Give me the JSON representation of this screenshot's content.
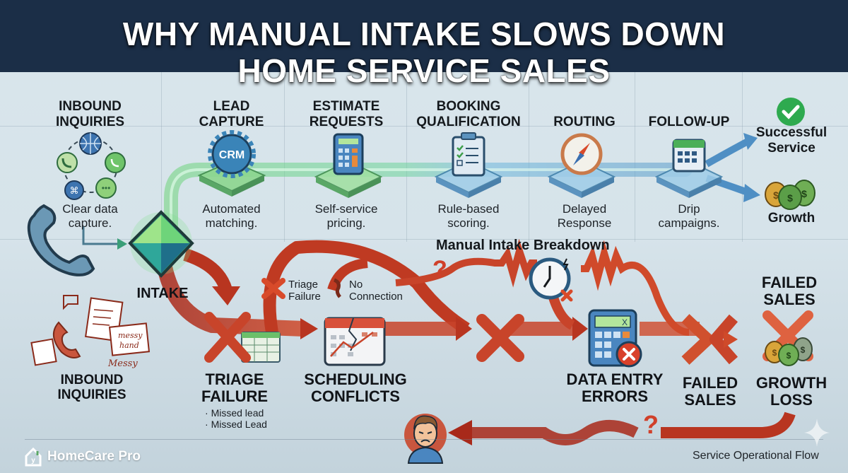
{
  "title": {
    "line1": "WHY MANUAL INTAKE SLOWS DOWN",
    "line2": "HOME SERVICE SALES"
  },
  "automated_flow": {
    "inbound": {
      "title_line1": "INBOUND",
      "title_line2": "INQUIRIES",
      "desc_line1": "Clear data",
      "desc_line2": "capture.",
      "icons": [
        "phone-icon",
        "globe-icon",
        "whatsapp-icon",
        "chat-icon",
        "app-icon"
      ]
    },
    "stages": [
      {
        "title_line1": "LEAD",
        "title_line2": "CAPTURE",
        "icon": "crm-gear-icon",
        "icon_text": "CRM",
        "desc_line1": "Automated",
        "desc_line2": "matching."
      },
      {
        "title_line1": "ESTIMATE",
        "title_line2": "REQUESTS",
        "icon": "calculator-icon",
        "desc_line1": "Self-service",
        "desc_line2": "pricing."
      },
      {
        "title_line1": "BOOKING",
        "title_line2": "QUALIFICATION",
        "icon": "clipboard-checklist-icon",
        "desc_line1": "Rule-based",
        "desc_line2": "scoring."
      },
      {
        "title_line1": "",
        "title_line2": "ROUTING",
        "icon": "compass-icon",
        "desc_line1": "Delayed",
        "desc_line2": "Response"
      },
      {
        "title_line1": "",
        "title_line2": "FOLLOW-UP",
        "icon": "calendar-icon",
        "desc_line1": "Drip",
        "desc_line2": "campaigns."
      }
    ],
    "outcomes": [
      {
        "label_line1": "Successful",
        "label_line2": "Service",
        "icon": "check-circle-icon"
      },
      {
        "label_line1": "Growth",
        "label_line2": "",
        "icon": "money-bags-icon"
      }
    ]
  },
  "intake": {
    "label": "INTAKE",
    "icon": "gem-icon"
  },
  "manual_flow": {
    "section_title": "Manual Intake Breakdown",
    "inbound": {
      "title_line1": "INBOUND",
      "title_line2": "INQUIRIES",
      "notes": [
        "messy",
        "hand",
        "Messy"
      ]
    },
    "callouts": [
      {
        "label_line1": "Triage",
        "label_line2": "Failure",
        "icon": "x-mark-icon"
      },
      {
        "label_line1": "No",
        "label_line2": "Connection",
        "icon": "broken-link-icon"
      }
    ],
    "steps": [
      {
        "title_line1": "TRIAGE",
        "title_line2": "FAILURE",
        "bullets": [
          "Missed lead",
          "Missed Lead"
        ],
        "icon": "spreadsheet-x-icon"
      },
      {
        "title_line1": "SCHEDULING",
        "title_line2": "CONFLICTS",
        "icon": "broken-calendar-icon"
      },
      {
        "title_line1": "DATA ENTRY",
        "title_line2": "ERRORS",
        "icon": "calculator-error-icon",
        "display": "X"
      },
      {
        "title_line1": "FAILED",
        "title_line2": "SALES",
        "icon": "x-mark-icon"
      },
      {
        "title_line1": "GROWTH",
        "title_line2": "LOSS",
        "icon": "money-bags-x-icon"
      }
    ],
    "failed_sales_top": {
      "line1": "FAILED",
      "line2": "SALES"
    },
    "question_mark": "?"
  },
  "footer": {
    "brand": "HomeCare Pro",
    "caption": "Service Operational Flow"
  },
  "colors": {
    "header_bg": "#1b2e47",
    "success_green": "#4fbf5f",
    "flow_blue": "#5a9bc9",
    "failure_red": "#c53b22",
    "accent_orange": "#e0552f"
  }
}
